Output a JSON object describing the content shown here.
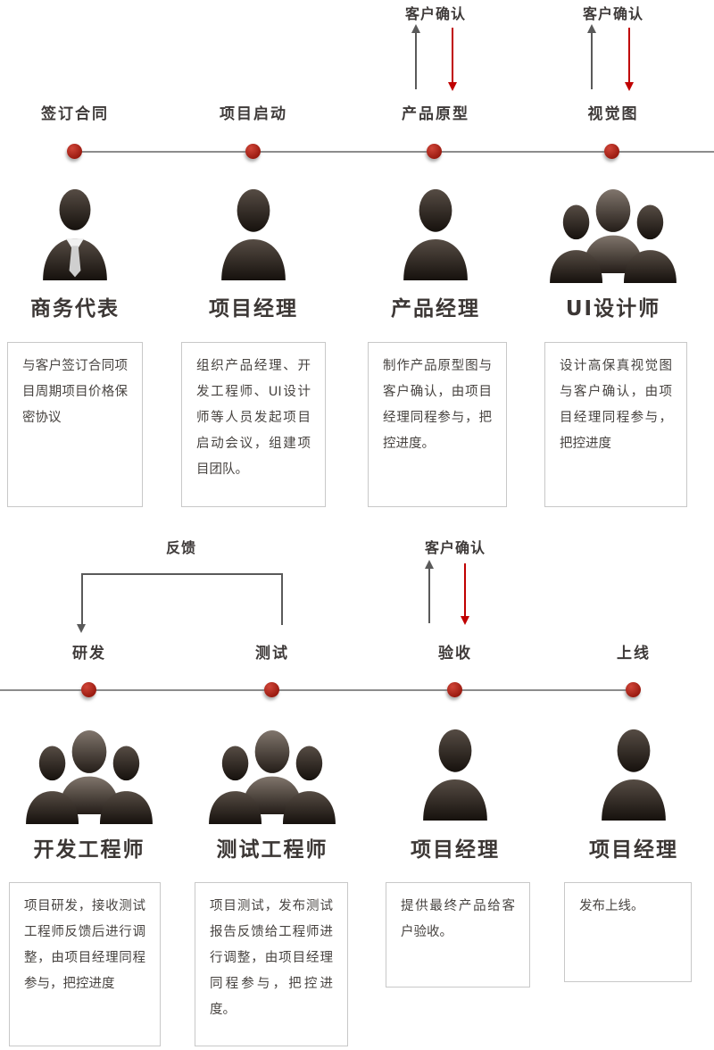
{
  "ui": {
    "confirm_label": "客户确认",
    "feedback_label": "反馈"
  },
  "colors": {
    "accent_red": "#a81e14",
    "arrow_red": "#c00000",
    "arrow_gray": "#5a5a5a",
    "timeline_gray": "#8c8c8c",
    "text_dark": "#3e3a39",
    "box_border": "#c8c8c8"
  },
  "stages_top": [
    {
      "label": "签订合同",
      "role": "商务代表",
      "icon": "person-tie-icon",
      "desc": "与客户签订合同项目周期项目价格保密协议"
    },
    {
      "label": "项目启动",
      "role": "项目经理",
      "icon": "person-icon",
      "desc": "组织产品经理、开发工程师、UI设计师等人员发起项目启动会议，组建项目团队。"
    },
    {
      "label": "产品原型",
      "role": "产品经理",
      "icon": "person-icon",
      "desc": "制作产品原型图与客户确认，由项目经理同程参与，把控进度。",
      "customer_confirm": true
    },
    {
      "label": "视觉图",
      "role": "UI设计师",
      "icon": "group-icon",
      "desc": "设计高保真视觉图与客户确认，由项目经理同程参与，把控进度",
      "customer_confirm": true
    }
  ],
  "stages_bottom": [
    {
      "label": "研发",
      "role": "开发工程师",
      "icon": "group-icon",
      "desc": "项目研发，接收测试工程师反馈后进行调整，由项目经理同程参与，把控进度"
    },
    {
      "label": "测试",
      "role": "测试工程师",
      "icon": "group-icon",
      "desc": "项目测试，发布测试报告反馈给工程师进行调整，由项目经理同程参与，把控进度。"
    },
    {
      "label": "验收",
      "role": "项目经理",
      "icon": "person-icon",
      "desc": "提供最终产品给客户验收。",
      "customer_confirm": true
    },
    {
      "label": "上线",
      "role": "项目经理",
      "icon": "person-icon",
      "desc": "发布上线。"
    }
  ]
}
